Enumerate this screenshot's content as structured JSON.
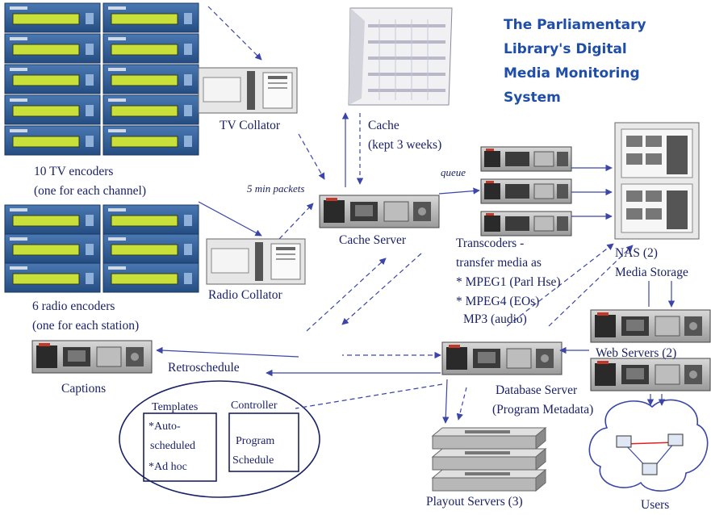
{
  "title": [
    "The Parliamentary",
    "Library's  Digital",
    "Media Monitoring",
    "System"
  ],
  "labels": {
    "tv_encoders": [
      "10 TV encoders",
      "(one for each channel)"
    ],
    "radio_encoders": [
      "6 radio encoders",
      "(one for each station)"
    ],
    "tv_collator": "TV Collator",
    "radio_collator": "Radio Collator",
    "cache": [
      "Cache",
      "(kept 3 weeks)"
    ],
    "cache_server": "Cache Server",
    "min_packets": "5 min packets",
    "queue": "queue",
    "transcoders": [
      "Transcoders -",
      "transfer media as",
      "* MPEG1 (Parl Hse)",
      "* MPEG4 (EOs)",
      "MP3 (audio)"
    ],
    "nas": [
      "NAS (2)",
      "Media  Storage"
    ],
    "web_servers": "Web Servers (2)",
    "database_server": [
      "Database Server",
      "(Program Metadata)"
    ],
    "captions": "Captions",
    "retroschedule": "Retroschedule",
    "templates": [
      "Templates",
      "*Auto-",
      "scheduled",
      "*Ad hoc"
    ],
    "controller": [
      "Controller",
      "Program",
      "Schedule"
    ],
    "playout_servers": "Playout Servers (3)",
    "users": "Users"
  },
  "colors": {
    "title": "#1f4ea8",
    "text": "#1b2266",
    "arrow": "#3b46a8",
    "encoder_panel": "#2f5f9a",
    "encoder_lcd": "#c9df3a"
  }
}
